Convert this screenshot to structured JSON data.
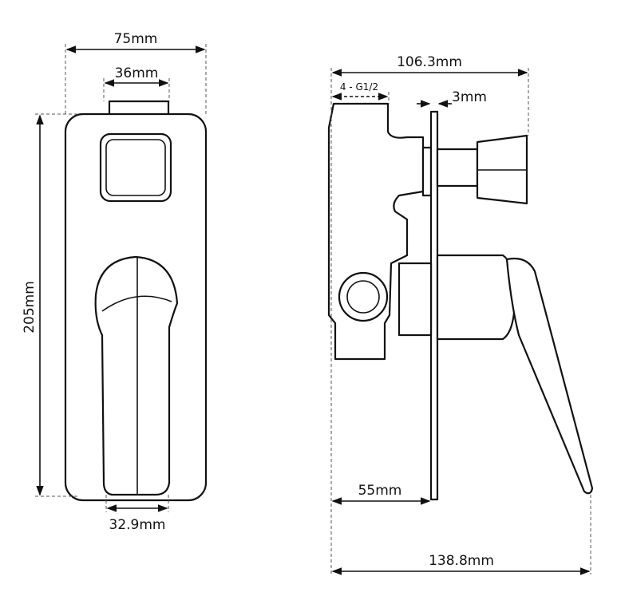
{
  "front_view": {
    "width_label": "75mm",
    "button_width_label": "36mm",
    "height_label": "205mm",
    "lever_width_label": "32.9mm"
  },
  "side_view": {
    "depth_knob_label": "106.3mm",
    "thread_label": "4 - G1/2",
    "plate_thickness_label": "3mm",
    "body_depth_label": "55mm",
    "total_depth_label": "138.8mm"
  }
}
